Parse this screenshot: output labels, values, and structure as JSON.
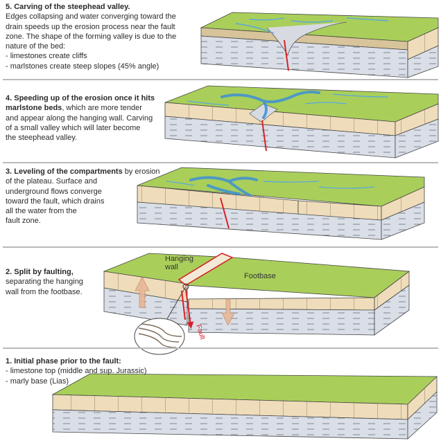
{
  "stages": [
    {
      "id": "stage-5",
      "title": "5. Carving of the steephead valley.",
      "lines": [
        "Edges collapsing and water converging toward the",
        "drain speeds up the erosion process near the fault",
        "zone. The shape of the forming valley is due to the",
        "nature of the bed:",
        "- limestones create cliffs",
        "- marlstones create steep slopes (45% angle)"
      ]
    },
    {
      "id": "stage-4",
      "title": "4. Speeding up of the erosion once it hits",
      "title2": "marlstone beds",
      "title2_rest": ", which are more tender",
      "lines": [
        "and appear along the hanging wall. Carving",
        "of a small valley which will later become",
        "the steephead valley."
      ]
    },
    {
      "id": "stage-3",
      "title": "3. Leveling of the compartments",
      "title_rest": " by erosion",
      "lines": [
        "of the plateau. Surface and",
        "underground flows converge",
        "toward the fault, which drains",
        "all the water from the",
        "fault zone."
      ]
    },
    {
      "id": "stage-2",
      "title": "2. Split by faulting,",
      "lines": [
        "separating the hanging",
        "wall from the footbase."
      ],
      "labels": {
        "hanging_wall_1": "Hanging",
        "hanging_wall_2": "wall",
        "footbase": "Footbase",
        "fault": "Fault"
      }
    },
    {
      "id": "stage-1",
      "title": "1. Initial phase prior to the fault:",
      "lines": [
        "- limestone top (middle and sup. Jurassic)",
        "- marly base (Lias)"
      ]
    }
  ],
  "colors": {
    "grass": "#a9cf5a",
    "grass_dark": "#8fb844",
    "limestone": "#ecd9b8",
    "marl": "#d8dde6",
    "water": "#3d8fd6",
    "fault": "#d82027",
    "arrow": "#e7b796"
  }
}
